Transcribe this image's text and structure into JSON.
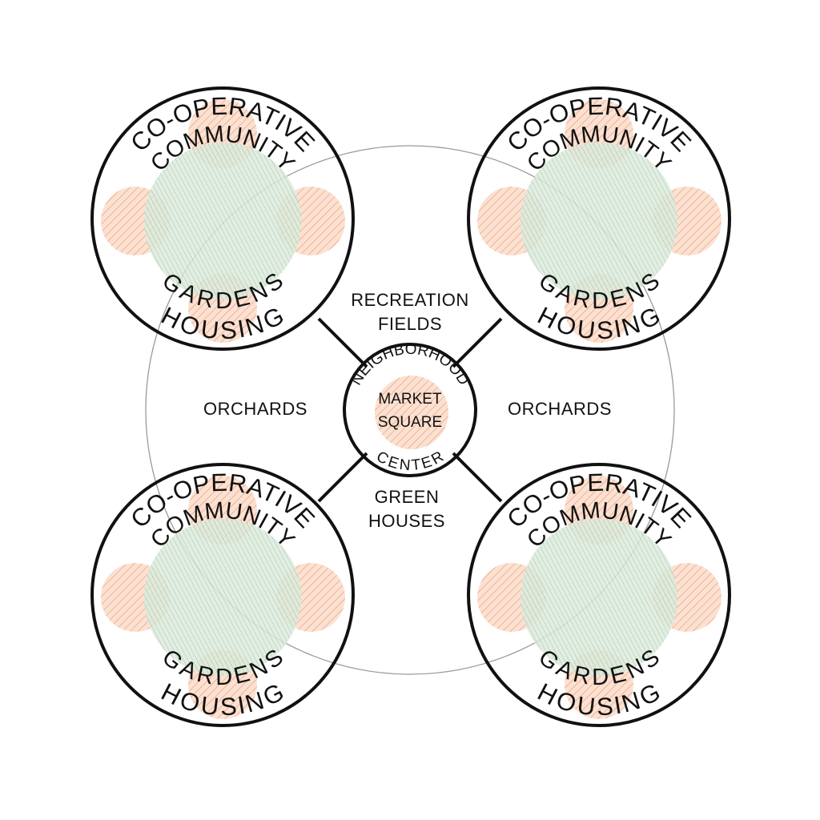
{
  "labels": {
    "recreation_line1": "RECREATION",
    "recreation_line2": "FIELDS",
    "orchards_left": "ORCHARDS",
    "orchards_right": "ORCHARDS",
    "greenhouses_line1": "GREEN",
    "greenhouses_line2": "HOUSES"
  },
  "center": {
    "top_arc": "NEIGHBORHOOD",
    "bottom_arc": "CENTER",
    "market_line1": "MARKET",
    "market_line2": "SQUARE"
  },
  "clusters": [
    {
      "top": "CO-OPERATIVE",
      "bottom": "HOUSING",
      "inner_top": "COMMUNITY",
      "inner_bottom": "GARDENS"
    },
    {
      "top": "CO-OPERATIVE",
      "bottom": "HOUSING",
      "inner_top": "COMMUNITY",
      "inner_bottom": "GARDENS"
    },
    {
      "top": "CO-OPERATIVE",
      "bottom": "HOUSING",
      "inner_top": "COMMUNITY",
      "inner_bottom": "GARDENS"
    },
    {
      "top": "CO-OPERATIVE",
      "bottom": "HOUSING",
      "inner_top": "COMMUNITY",
      "inner_bottom": "GARDENS"
    }
  ],
  "colors": {
    "garden_fill": "#dcebdc",
    "garden_hatch": "#8fb49a",
    "housing_fill": "#fbe1d2",
    "housing_hatch": "#ee9a72",
    "stroke": "#111111",
    "ring": "#9a9a9a"
  }
}
